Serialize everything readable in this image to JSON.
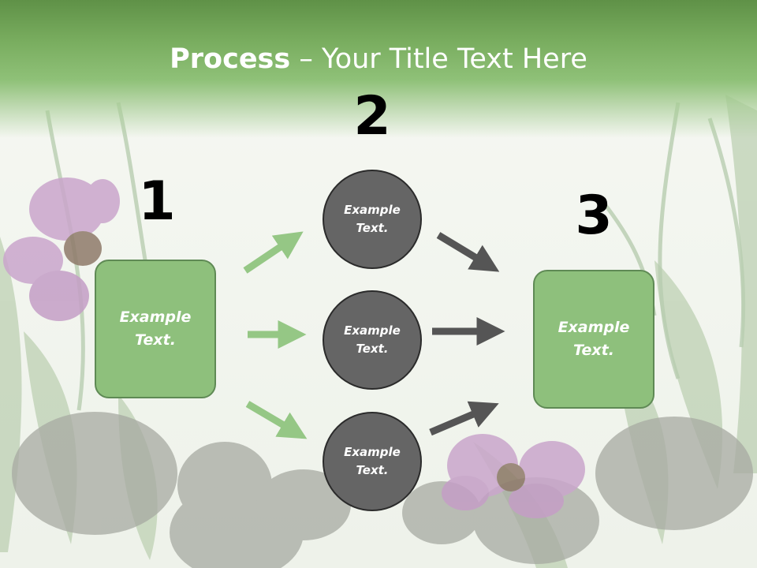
{
  "title": {
    "bold": "Process",
    "rest": " – Your Title Text Here"
  },
  "steps": [
    {
      "number": "1",
      "text": "Example\nText."
    },
    {
      "number": "2",
      "nodes": [
        "Example\nText.",
        "Example\nText.",
        "Example\nText."
      ]
    },
    {
      "number": "3",
      "text": "Example\nText."
    }
  ],
  "colors": {
    "green_box": "#8ec07c",
    "gray_circle": "#656565",
    "green_arrow": "#95c785",
    "gray_arrow": "#555555"
  }
}
